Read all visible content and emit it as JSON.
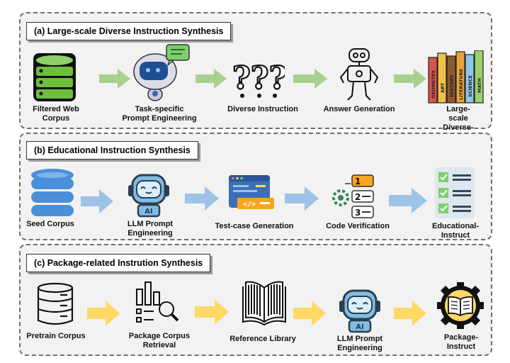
{
  "panels": [
    {
      "title": "(a) Large-scale Diverse Instruction Synthesis",
      "steps": [
        {
          "label": "Filtered Web\nCorpus",
          "icon": "database-icon"
        },
        {
          "label": "Task-specific\nPrompt Engineering",
          "icon": "robot-chat-icon"
        },
        {
          "label": "Diverse Instruction",
          "icon": "question-marks-icon"
        },
        {
          "label": "Answer Generation",
          "icon": "robot-icon"
        },
        {
          "label": "Large-scale\nDiverse-Instruct",
          "icon": "books-icon"
        }
      ],
      "arrow_color": "#a9d08e"
    },
    {
      "title": "(b) Educational Instruction Synthesis",
      "steps": [
        {
          "label": "Seed Corpus",
          "icon": "database-icon"
        },
        {
          "label": "LLM Prompt\nEngineering",
          "icon": "ai-robot-icon"
        },
        {
          "label": "Test-case Generation",
          "icon": "code-window-icon"
        },
        {
          "label": "Code Verification",
          "icon": "gear-checklist-icon"
        },
        {
          "label": "Educational-Instruct",
          "icon": "checklist-icon"
        }
      ],
      "arrow_color": "#9dc3e6"
    },
    {
      "title": "(c) Package-related Instrution Synthesis",
      "steps": [
        {
          "label": "Pretrain Corpus",
          "icon": "server-icon"
        },
        {
          "label": "Package Corpus\nRetrieval",
          "icon": "chart-search-icon"
        },
        {
          "label": "Reference Library",
          "icon": "open-book-icon"
        },
        {
          "label": "LLM Prompt\nEngineering",
          "icon": "ai-robot-icon"
        },
        {
          "label": "Package-Instruct",
          "icon": "gear-book-icon"
        }
      ],
      "arrow_color": "#ffd966"
    }
  ],
  "colors": {
    "green": "#6dbf3c",
    "blue": "#4a90d9",
    "yellow": "#ffd966",
    "panel_bg": "#f2f2f2"
  }
}
